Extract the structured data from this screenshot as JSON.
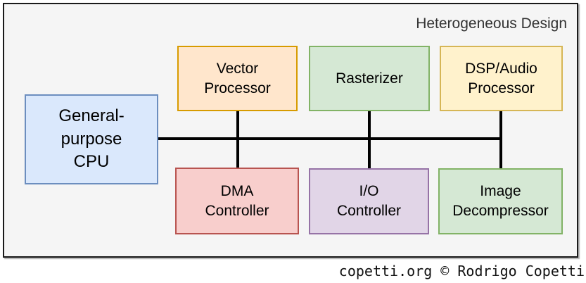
{
  "title": "Heterogeneous Design",
  "credit": "copetti.org © Rodrigo Copetti",
  "nodes": {
    "cpu": {
      "label": "General-\npurpose\nCPU",
      "fill": "#dae8fc",
      "stroke": "#6c8ebf"
    },
    "vector": {
      "label": "Vector\nProcessor",
      "fill": "#ffe6cc",
      "stroke": "#d79b00"
    },
    "rasterizer": {
      "label": "Rasterizer",
      "fill": "#d5e8d4",
      "stroke": "#82b366"
    },
    "dsp": {
      "label": "DSP/Audio\nProcessor",
      "fill": "#fff2cc",
      "stroke": "#d6b656"
    },
    "dma": {
      "label": "DMA\nController",
      "fill": "#f8cecc",
      "stroke": "#b85450"
    },
    "io": {
      "label": "I/O\nController",
      "fill": "#e1d5e7",
      "stroke": "#9673a6"
    },
    "image": {
      "label": "Image\nDecompressor",
      "fill": "#d5e8d4",
      "stroke": "#82b366"
    }
  },
  "colors": {
    "frame_background": "#f5f5f5",
    "frame_border": "#1a1a1a",
    "bus_line": "#000000",
    "title_text": "#333333",
    "node_text": "#000000"
  }
}
